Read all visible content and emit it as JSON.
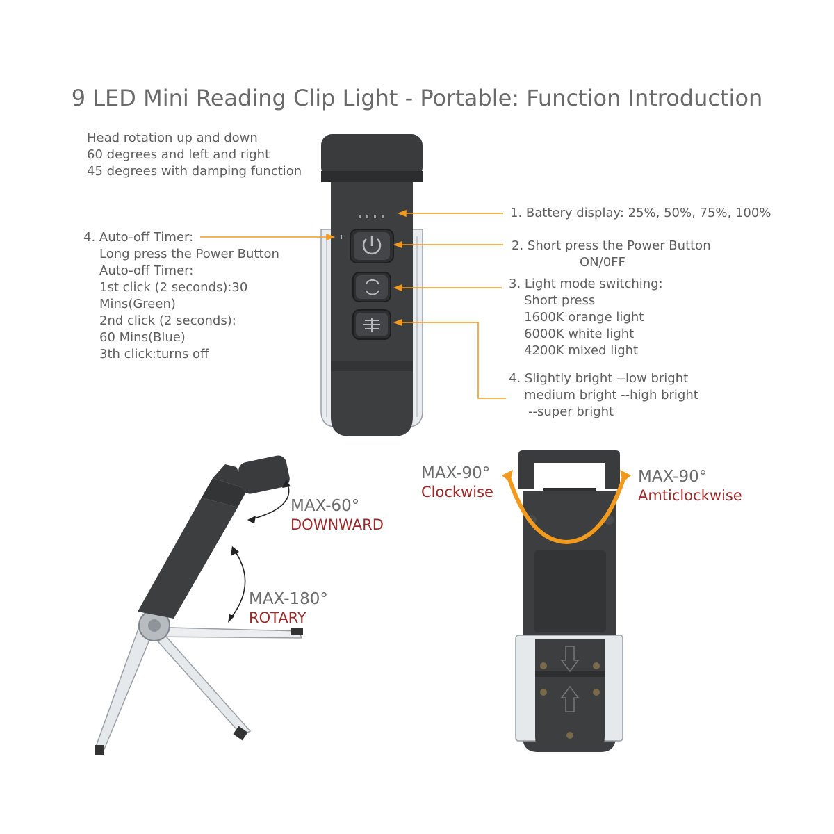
{
  "title": "9 LED Mini Reading Clip Light - Portable: Function Introduction",
  "colors": {
    "accent": "#f29a1e",
    "device": "#3c3d3f",
    "warning_text": "#9b2a2a"
  },
  "head_note": {
    "lines": [
      "Head rotation up and down",
      "60 degrees and left and right",
      "45 degrees with damping function"
    ]
  },
  "timer_note": {
    "lines": [
      "4. Auto-off Timer:",
      "Long press the Power Button",
      "Auto-off Timer:",
      "1st click (2 seconds):30",
      "Mins(Green)",
      "2nd click (2 seconds):",
      "60 Mins(Blue)",
      "3th click:turns off"
    ]
  },
  "battery_note": {
    "lines": [
      "1. Battery display: 25%, 50%, 75%, 100%"
    ]
  },
  "power_note": {
    "lines": [
      "2. Short press the Power Button",
      "ON/0FF"
    ]
  },
  "mode_note": {
    "lines": [
      "3. Light mode switching:",
      "Short press",
      "1600K orange light",
      "6000K white light",
      "4200K mixed light"
    ]
  },
  "bright_note": {
    "lines": [
      "4. Slightly bright --low bright",
      "medium bright --high bright",
      "--super bright"
    ]
  },
  "side_view": {
    "down_angle": "MAX-60°",
    "down_label": "DOWNWARD",
    "rotary_angle": "MAX-180°",
    "rotary_label": "ROTARY"
  },
  "back_view": {
    "left_angle": "MAX-90°",
    "left_label": "Clockwise",
    "right_angle": "MAX-90°",
    "right_label": "Amticlockwise"
  },
  "icons": [
    "power-icon",
    "mode-switch-icon",
    "brightness-icon"
  ]
}
